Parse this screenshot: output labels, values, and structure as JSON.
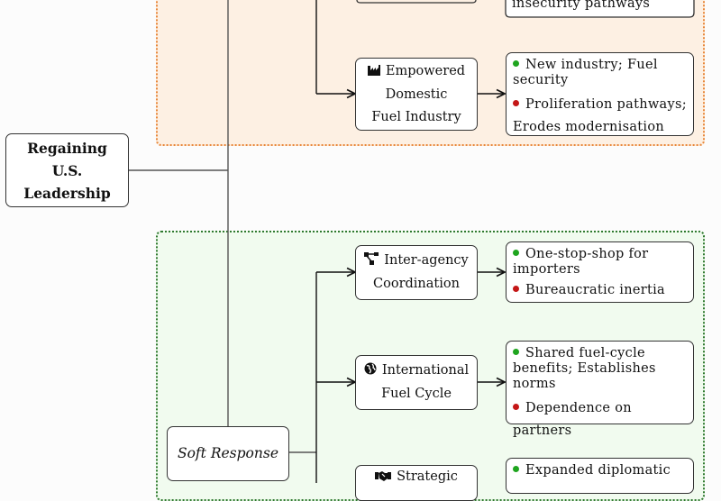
{
  "diagram": {
    "root": {
      "label_lines": [
        "Regaining",
        "U.S.",
        "Leadership"
      ]
    },
    "top_partial": {
      "outcome_tail": "insecurity pathways"
    },
    "hard_region": {
      "border_color": "#e8873a",
      "fill_color": "#fdf0e3",
      "actions": [
        {
          "icon": "factory-icon",
          "label_lines": [
            "Empowered",
            "Domestic",
            "Fuel Industry"
          ],
          "pros": "New industry; Fuel security",
          "cons": "Proliferation pathways; Erodes modernisation"
        }
      ]
    },
    "soft_region": {
      "border_color": "#2f7a2f",
      "fill_color": "#f1fbef",
      "label": "Soft Response",
      "actions": [
        {
          "icon": "sitemap-icon",
          "label_lines": [
            "Inter-agency",
            "Coordination"
          ],
          "pros": "One-stop-shop for importers",
          "cons": "Bureaucratic inertia"
        },
        {
          "icon": "globe-icon",
          "label_lines": [
            "International",
            "Fuel Cycle"
          ],
          "pros": "Shared fuel-cycle benefits; Establishes norms",
          "cons": "Dependence on partners"
        },
        {
          "icon": "handshake-icon",
          "label_lines": [
            "Strategic"
          ],
          "pros": "Expanded diplomatic"
        }
      ]
    },
    "colors": {
      "pro": "#1fa51f",
      "con": "#c41616"
    }
  }
}
